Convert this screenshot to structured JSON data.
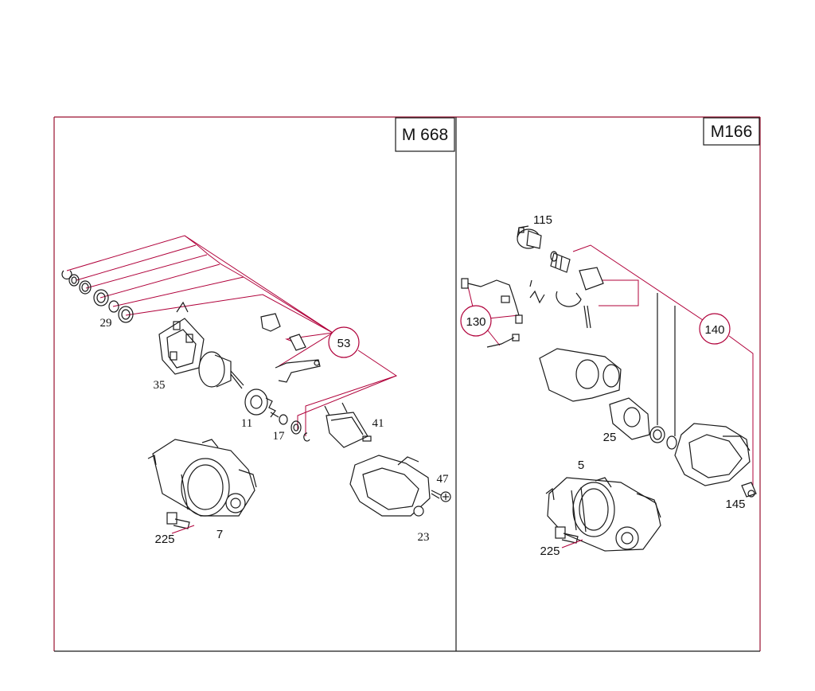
{
  "panels": [
    {
      "engine_code": "M 668",
      "part_numbers": [
        "29",
        "35",
        "53",
        "11",
        "17",
        "41",
        "47",
        "7",
        "225",
        "23"
      ]
    },
    {
      "engine_code": "M166",
      "part_numbers": [
        "115",
        "130",
        "140",
        "25",
        "5",
        "145",
        "225"
      ]
    }
  ],
  "colors": {
    "leader_lines": "#b0003a",
    "frame": "#1a1a1a"
  }
}
